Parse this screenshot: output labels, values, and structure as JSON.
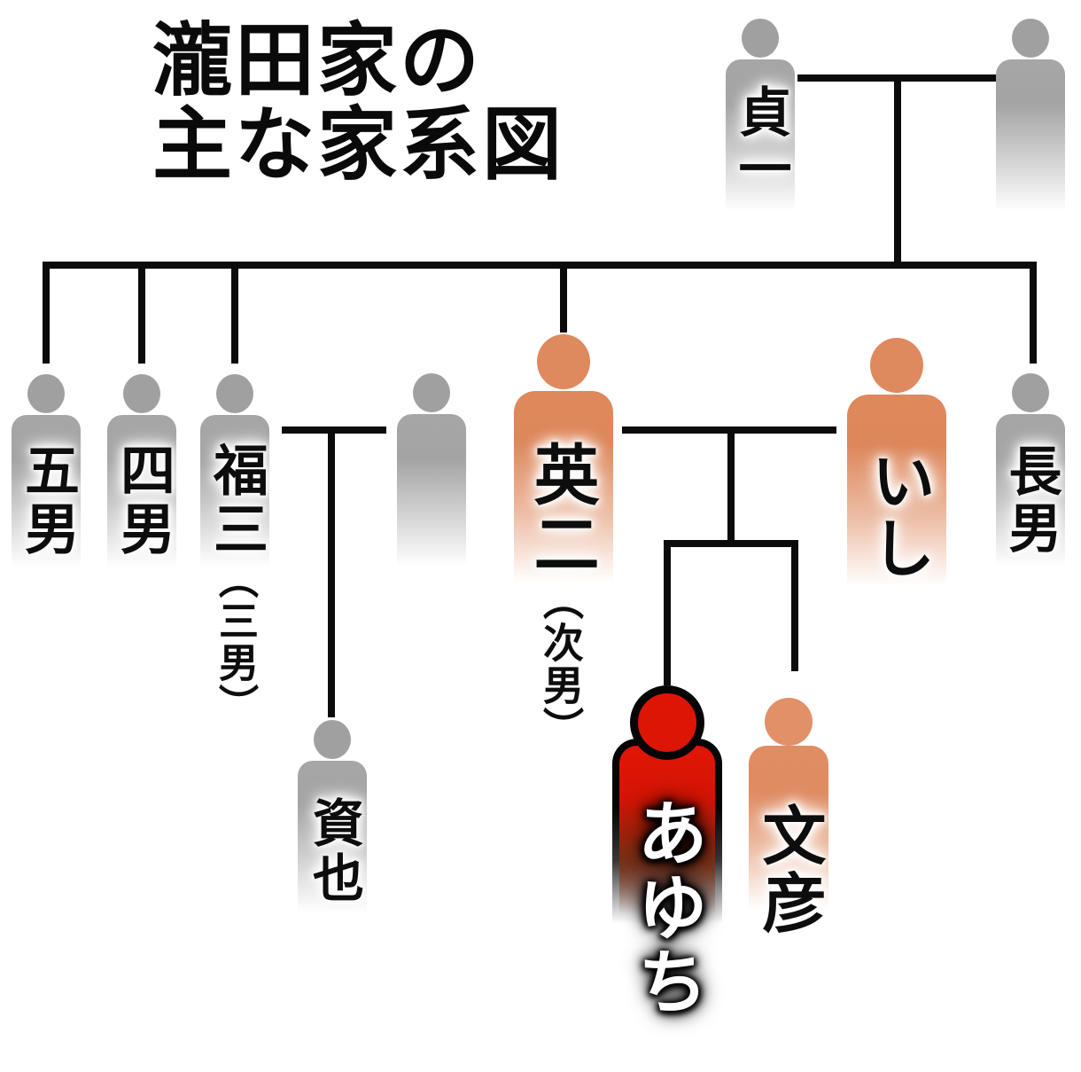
{
  "title": {
    "line1": "瀧田家の",
    "line2": "主な家系図"
  },
  "people": {
    "sadaichi": {
      "label": "貞一",
      "color": "gray"
    },
    "sadaichi_spouse": {
      "label": "",
      "color": "gray"
    },
    "fifth_son": {
      "label": "五男",
      "color": "gray"
    },
    "fourth_son": {
      "label": "四男",
      "color": "gray"
    },
    "fukuzo": {
      "label": "福三",
      "note": "（三男）",
      "color": "gray"
    },
    "fukuzo_spouse": {
      "label": "",
      "color": "gray"
    },
    "motoya": {
      "label": "資也",
      "color": "gray"
    },
    "eiji": {
      "label": "英二",
      "note": "（次男）",
      "color": "orange"
    },
    "ishi": {
      "label": "いし",
      "color": "orange"
    },
    "eldest_son": {
      "label": "長男",
      "color": "gray"
    },
    "ayuchi": {
      "label": "あゆち",
      "color": "red"
    },
    "fumihiko": {
      "label": "文彦",
      "color": "orange"
    }
  },
  "colors": {
    "gray_figure": "#a0a0a0",
    "orange_figure": "#df895e",
    "red_figure": "#dd1505",
    "line": "#0b0b0b",
    "background": "#ffffff"
  }
}
